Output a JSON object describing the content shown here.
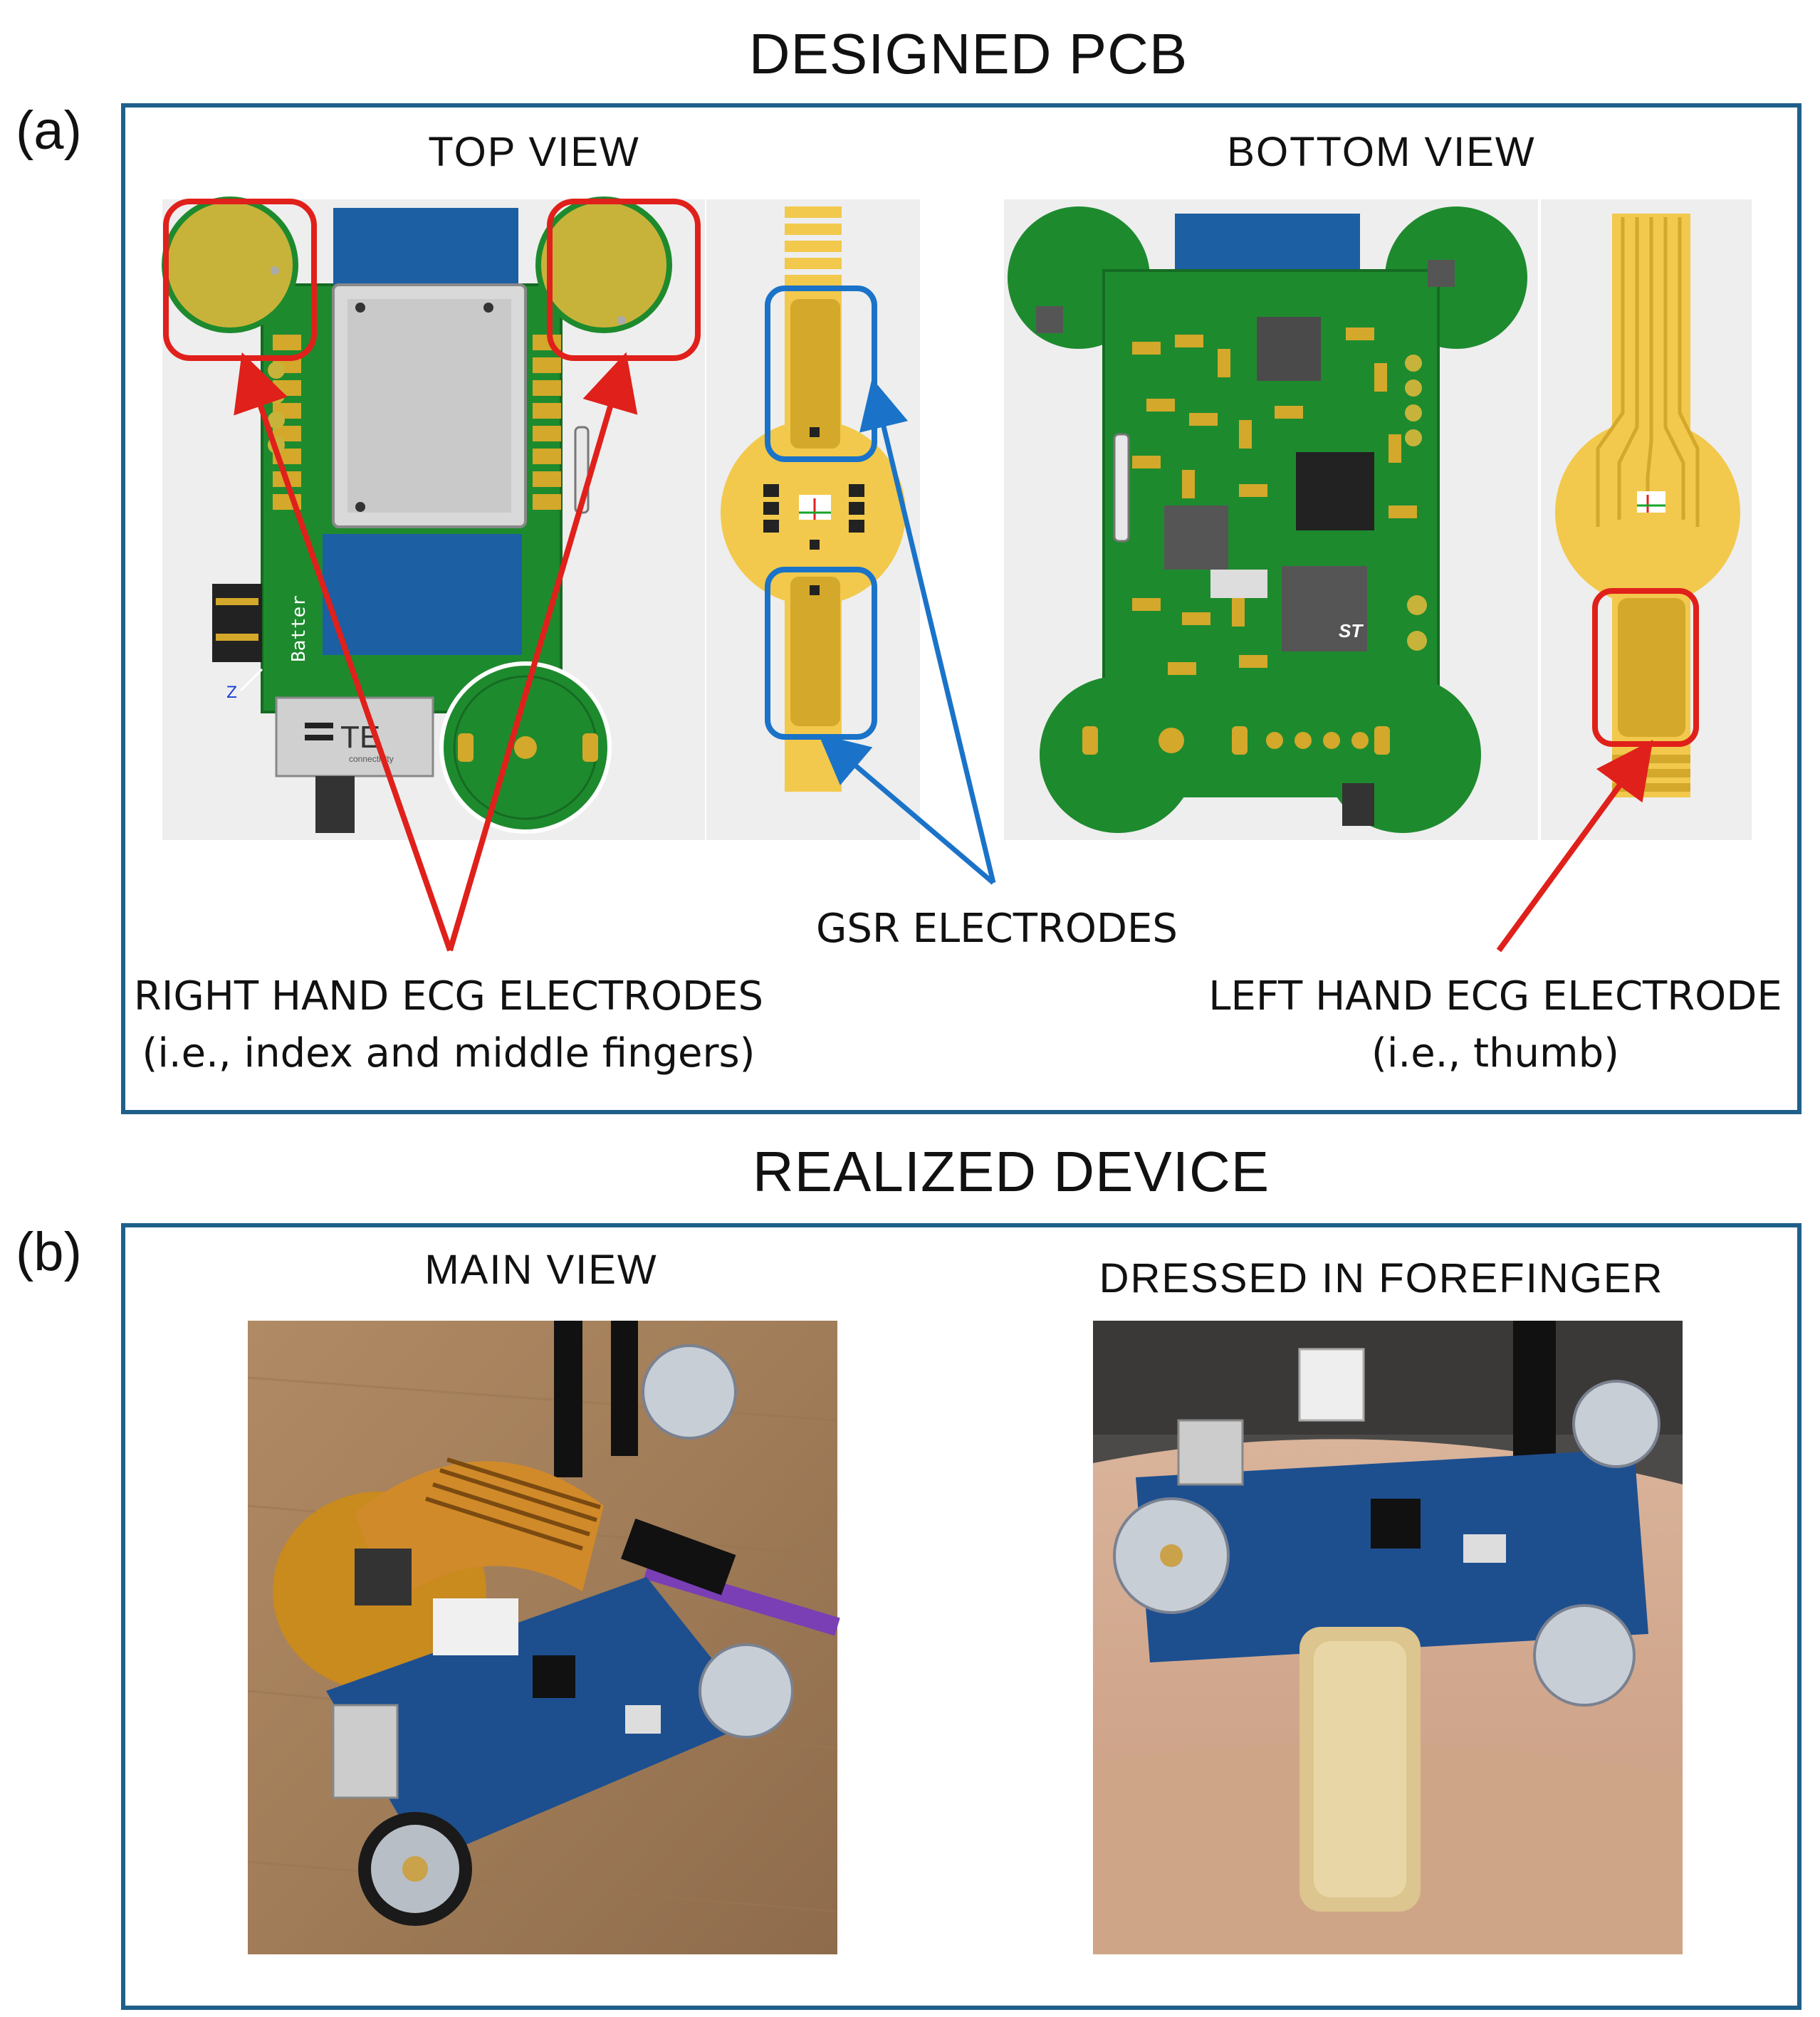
{
  "panel_a": {
    "heading": "DESIGNED PCB",
    "letter": "(a)",
    "top_view_title": "TOP VIEW",
    "bottom_view_title": "BOTTOM VIEW",
    "gsr_label": "GSR ELECTRODES",
    "right_ecg_label_line1": "RIGHT HAND ECG ELECTRODES",
    "right_ecg_label_line2": "(i.e., index and middle fingers)",
    "left_ecg_label_line1": "LEFT HAND ECG ELECTRODE",
    "left_ecg_label_line2": "(i.e., thumb)",
    "battery_silk": "Batter",
    "switch_brand": "TE",
    "switch_brand_sub": "connectivity",
    "st_logo": "ST"
  },
  "panel_b": {
    "heading": "REALIZED DEVICE",
    "letter": "(b)",
    "main_view_title": "MAIN VIEW",
    "dressed_title": "DRESSED IN FOREFINGER"
  },
  "colors": {
    "frame": "#1f5f8b",
    "ecg_highlight": "#e0201b",
    "gsr_highlight": "#1a73c8",
    "pcb_green": "#1e8a2e",
    "gold": "#d4a82a",
    "flex_gold": "#f2c94c"
  }
}
